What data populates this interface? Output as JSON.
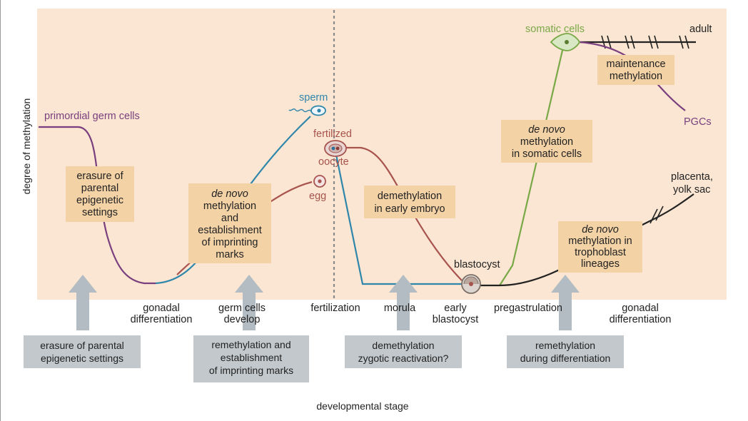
{
  "axis": {
    "ylabel": "degree of methylation",
    "xlabel": "developmental stage"
  },
  "stage_labels": [
    {
      "lines": [
        "gonadal",
        "differentiation"
      ]
    },
    {
      "lines": [
        "germ cells",
        "develop"
      ]
    },
    {
      "lines": [
        "fertilization"
      ]
    },
    {
      "lines": [
        "morula"
      ]
    },
    {
      "lines": [
        "early",
        "blastocyst"
      ]
    },
    {
      "lines": [
        "pregastrulation"
      ]
    },
    {
      "lines": [
        "gonadal",
        "differentiation"
      ]
    }
  ],
  "cell_labels": {
    "primordial": "primordial germ cells",
    "sperm": "sperm",
    "egg": "egg",
    "fertilized_1": "fertilized",
    "fertilized_2": "oocyte",
    "blastocyst": "blastocyst",
    "somatic": "somatic cells",
    "adult": "adult",
    "pgcs": "PGCs",
    "placenta_1": "placenta,",
    "placenta_2": "yolk sac"
  },
  "process_boxes": {
    "erasure": [
      "erasure of",
      "parental",
      "epigenetic",
      "settings"
    ],
    "denovo_imprint": [
      "de novo",
      "methylation",
      "and",
      "establishment",
      "of imprinting",
      "marks"
    ],
    "demeth_embryo": [
      "demethylation",
      "in early embryo"
    ],
    "denovo_somatic": [
      "de novo",
      "methylation",
      "in somatic cells"
    ],
    "maintenance": [
      "maintenance",
      "methylation"
    ],
    "denovo_troph": [
      "de novo",
      "methylation in",
      "trophoblast",
      "lineages"
    ]
  },
  "bottom_boxes": [
    {
      "lines": [
        "erasure of parental",
        "epigenetic settings"
      ]
    },
    {
      "lines": [
        "remethylation and",
        "establishment",
        "of imprinting marks"
      ]
    },
    {
      "lines": [
        "demethylation",
        "zygotic reactivation?"
      ]
    },
    {
      "lines": [
        "remethylation",
        "during differentiation"
      ]
    }
  ],
  "colors": {
    "panel": "#fae6d2",
    "box": "#f3d2a6",
    "bottom_box": "#c3c8cc",
    "arrow": "#b3bcc2",
    "purple": "#7a3f7e",
    "blue": "#2e86ab",
    "red": "#a8534e",
    "green": "#79a846",
    "black": "#222222"
  }
}
